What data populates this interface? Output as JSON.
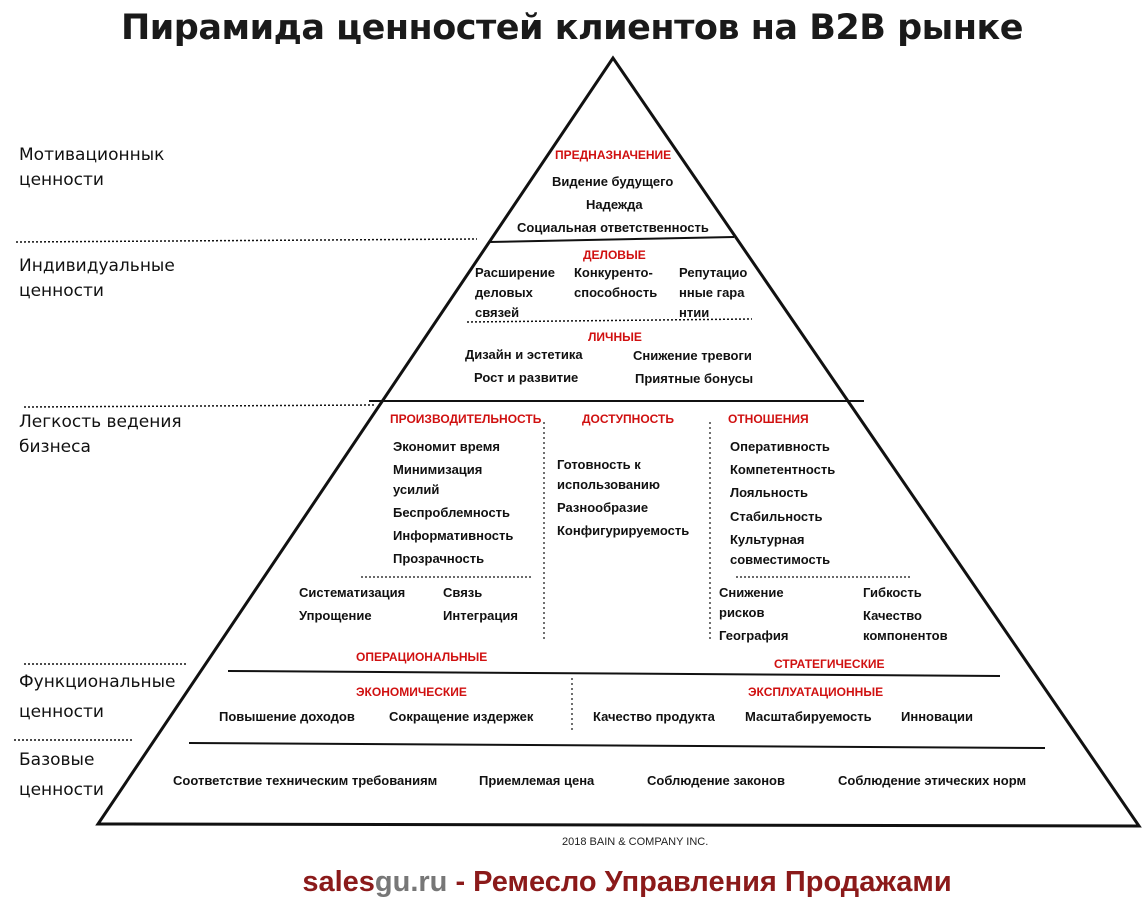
{
  "title": "Пирамида ценностей клиентов на B2B рынке",
  "levels": {
    "motivational": "Мотивационнык ценности",
    "individual": "Индивидуальные ценности",
    "ease": "Легкость ведения бизнеса",
    "functional": "Функциональные ценности",
    "basic": "Базовые ценности"
  },
  "purpose": {
    "header": "ПРЕДНАЗНАЧЕНИЕ",
    "items": [
      "Видение будущего",
      "Надежда",
      "Социальная ответственность"
    ]
  },
  "business": {
    "header": "ДЕЛОВЫЕ",
    "items": [
      "Расширение деловых связей",
      "Конкуренто-способность",
      "Репутационные гарантии"
    ]
  },
  "personal": {
    "header": "ЛИЧНЫЕ",
    "items": [
      "Дизайн и эстетика",
      "Снижение тревоги",
      "Рост и развитие",
      "Приятные бонусы"
    ]
  },
  "productivity": {
    "header": "ПРОИЗВОДИТЕЛЬНОСТЬ",
    "items": [
      "Экономит время",
      "Минимизация усилий",
      "Беспроблемность",
      "Информативность",
      "Прозрачность"
    ],
    "extra": [
      "Систематизация",
      "Связь",
      "Упрощение",
      "Интеграция"
    ]
  },
  "accessibility": {
    "header": "ДОСТУПНОСТЬ",
    "items": [
      "Готовность к использованию",
      "Разнообразие",
      "Конфигурируемость"
    ]
  },
  "relations": {
    "header": "ОТНОШЕНИЯ",
    "items": [
      "Оперативность",
      "Компетентность",
      "Лояльность",
      "Стабильность",
      "Культурная совместимость"
    ],
    "extra": [
      "Снижение рисков",
      "Гибкость",
      "География",
      "Качество компонентов"
    ]
  },
  "operational": {
    "header": "ОПЕРАЦИОНАЛЬНЫЕ"
  },
  "strategic": {
    "header": "СТРАТЕГИЧЕСКИЕ"
  },
  "economic": {
    "header": "ЭКОНОМИЧЕСКИЕ",
    "items": [
      "Повышение доходов",
      "Сокращение издержек"
    ]
  },
  "exploitation": {
    "header": "ЭКСПЛУАТАЦИОННЫЕ",
    "items": [
      "Качество продукта",
      "Масштабируемость",
      "Инновации"
    ]
  },
  "base": {
    "items": [
      "Соответствие техническим требованиям",
      "Приемлемая цена",
      "Соблюдение законов",
      "Соблюдение этических норм"
    ]
  },
  "credit": "2018 BAIN & COMPANY INC.",
  "brand": {
    "part1": "sales",
    "part2": "gu.ru",
    "part3": " - Ремесло Управления Продажами",
    "color1": "#8b1a1a",
    "color2": "#777777"
  }
}
